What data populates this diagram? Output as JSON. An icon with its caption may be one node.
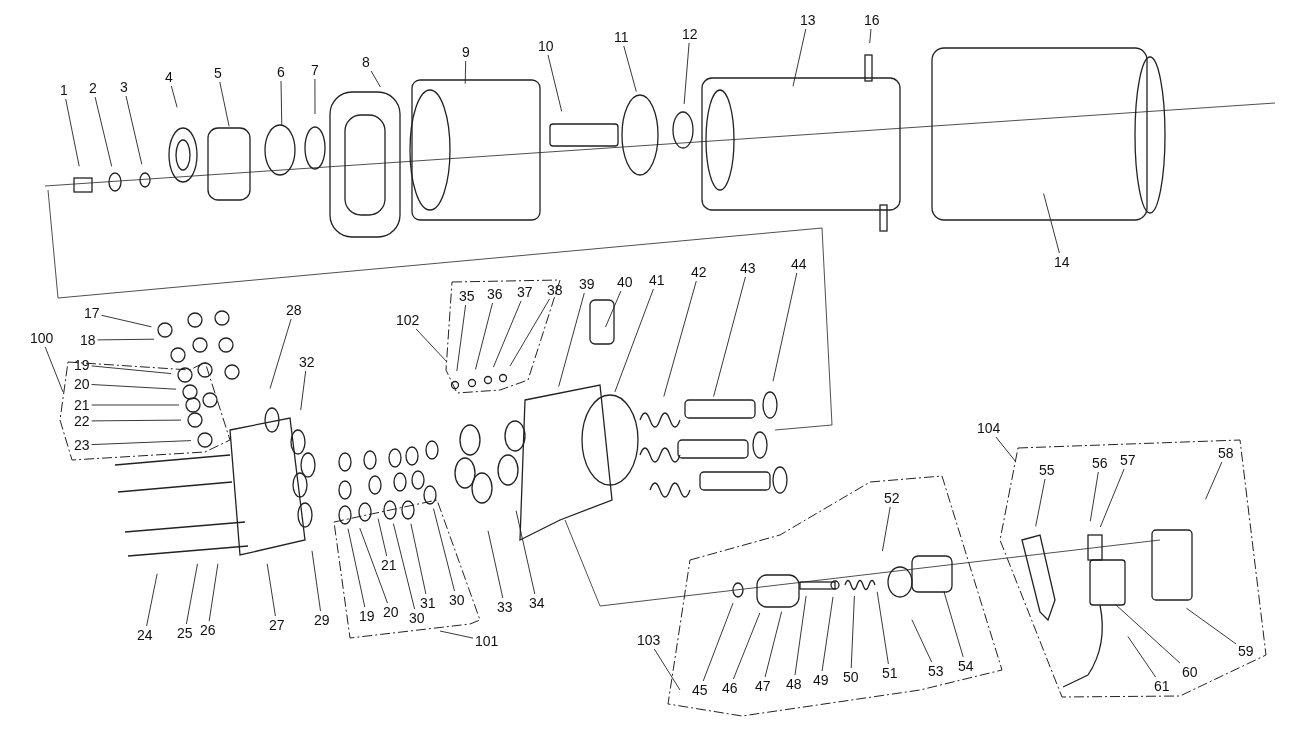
{
  "diagram": {
    "nodes": [
      {
        "text": [
          "1"
        ]
      },
      {
        "text": [
          "2"
        ]
      },
      {
        "text": [
          "3"
        ]
      },
      {
        "text": [
          "4"
        ]
      },
      {
        "text": [
          "5"
        ]
      },
      {
        "text": [
          "6"
        ]
      },
      {
        "text": [
          "7"
        ]
      },
      {
        "text": [
          "8"
        ]
      },
      {
        "text": [
          "9"
        ]
      },
      {
        "text": [
          "10"
        ]
      },
      {
        "text": [
          "11"
        ]
      },
      {
        "text": [
          "12"
        ]
      },
      {
        "text": [
          "13"
        ]
      },
      {
        "text": [
          "16"
        ]
      },
      {
        "text": [
          "14"
        ]
      },
      {
        "text": [
          "100"
        ]
      },
      {
        "text": [],
        "shape": "box"
      },
      {
        "text": [
          "17"
        ]
      },
      {
        "text": [
          "18"
        ]
      },
      {
        "text": [
          "19"
        ],
        "in": 16
      },
      {
        "text": [
          "20"
        ],
        "in": 16
      },
      {
        "text": [
          "21"
        ],
        "in": 16
      },
      {
        "text": [
          "22"
        ],
        "in": 16
      },
      {
        "text": [
          "23"
        ],
        "in": 16
      },
      {
        "text": [
          "28"
        ]
      },
      {
        "text": [
          "32"
        ]
      },
      {
        "text": [
          "102"
        ]
      },
      {
        "text": [],
        "shape": "box"
      },
      {
        "text": [
          "35"
        ],
        "in": 27
      },
      {
        "text": [
          "36"
        ],
        "in": 27
      },
      {
        "text": [
          "37"
        ],
        "in": 27
      },
      {
        "text": [
          "38"
        ],
        "in": 27
      },
      {
        "text": [
          "39"
        ]
      },
      {
        "text": [
          "40"
        ]
      },
      {
        "text": [
          "41"
        ]
      },
      {
        "text": [
          "42"
        ]
      },
      {
        "text": [
          "43"
        ]
      },
      {
        "text": [
          "44"
        ]
      },
      {
        "text": [],
        "shape": "box"
      },
      {
        "text": [
          "19"
        ],
        "in": 38
      },
      {
        "text": [
          "20"
        ],
        "in": 38
      },
      {
        "text": [
          "21"
        ],
        "in": 38
      },
      {
        "text": [
          "30"
        ],
        "in": 38
      },
      {
        "text": [
          "31"
        ],
        "in": 38
      },
      {
        "text": [
          "30"
        ],
        "in": 38
      },
      {
        "text": [
          "101"
        ]
      },
      {
        "text": [
          "24"
        ]
      },
      {
        "text": [
          "25"
        ]
      },
      {
        "text": [
          "26"
        ]
      },
      {
        "text": [
          "27"
        ]
      },
      {
        "text": [
          "29"
        ]
      },
      {
        "text": [
          "33"
        ]
      },
      {
        "text": [
          "34"
        ]
      },
      {
        "text": [
          "104"
        ]
      },
      {
        "text": [],
        "shape": "box"
      },
      {
        "text": [
          "55"
        ],
        "in": 54
      },
      {
        "text": [
          "56"
        ],
        "in": 54
      },
      {
        "text": [
          "57"
        ],
        "in": 54
      },
      {
        "text": [
          "58"
        ],
        "in": 54
      },
      {
        "text": [
          "59"
        ],
        "in": 54
      },
      {
        "text": [
          "60"
        ],
        "in": 54
      },
      {
        "text": [
          "61"
        ],
        "in": 54
      },
      {
        "text": [],
        "shape": "box"
      },
      {
        "text": [
          "52"
        ],
        "in": 62
      },
      {
        "text": [
          "45"
        ],
        "in": 62
      },
      {
        "text": [
          "46"
        ],
        "in": 62
      },
      {
        "text": [
          "47"
        ],
        "in": 62
      },
      {
        "text": [
          "48"
        ],
        "in": 62
      },
      {
        "text": [
          "49"
        ],
        "in": 62
      },
      {
        "text": [
          "50"
        ],
        "in": 62
      },
      {
        "text": [
          "51"
        ],
        "in": 62
      },
      {
        "text": [
          "53"
        ],
        "in": 62
      },
      {
        "text": [
          "54"
        ],
        "in": 62
      },
      {
        "text": [
          "103"
        ]
      }
    ],
    "edges": [
      {
        "from": 0,
        "to": null,
        "arrow": "none"
      },
      {
        "from": 1,
        "to": null,
        "arrow": "none"
      },
      {
        "from": 2,
        "to": null,
        "arrow": "none"
      },
      {
        "from": 3,
        "to": null,
        "arrow": "none"
      },
      {
        "from": 4,
        "to": null,
        "arrow": "none"
      },
      {
        "from": 5,
        "to": null,
        "arrow": "none"
      },
      {
        "from": 6,
        "to": null,
        "arrow": "none"
      },
      {
        "from": 7,
        "to": null,
        "arrow": "none"
      },
      {
        "from": 8,
        "to": null,
        "arrow": "none"
      },
      {
        "from": 9,
        "to": null,
        "arrow": "none"
      },
      {
        "from": 10,
        "to": null,
        "arrow": "none"
      },
      {
        "from": 11,
        "to": null,
        "arrow": "none"
      },
      {
        "from": 12,
        "to": null,
        "arrow": "none"
      },
      {
        "from": 13,
        "to": null,
        "arrow": "none"
      },
      {
        "from": 14,
        "to": null,
        "arrow": "none"
      },
      {
        "from": 15,
        "to": 16,
        "arrow": "none"
      },
      {
        "from": 17,
        "to": null,
        "arrow": "none"
      },
      {
        "from": 18,
        "to": null,
        "arrow": "none"
      },
      {
        "from": 19,
        "to": null,
        "arrow": "none"
      },
      {
        "from": 20,
        "to": null,
        "arrow": "none"
      },
      {
        "from": 21,
        "to": null,
        "arrow": "none"
      },
      {
        "from": 22,
        "to": null,
        "arrow": "none"
      },
      {
        "from": 23,
        "to": null,
        "arrow": "none"
      },
      {
        "from": 24,
        "to": null,
        "arrow": "none"
      },
      {
        "from": 25,
        "to": null,
        "arrow": "none"
      },
      {
        "from": 26,
        "to": 27,
        "arrow": "none"
      },
      {
        "from": 28,
        "to": null,
        "arrow": "none"
      },
      {
        "from": 29,
        "to": null,
        "arrow": "none"
      },
      {
        "from": 30,
        "to": null,
        "arrow": "none"
      },
      {
        "from": 31,
        "to": null,
        "arrow": "none"
      },
      {
        "from": 32,
        "to": null,
        "arrow": "none"
      },
      {
        "from": 33,
        "to": null,
        "arrow": "none"
      },
      {
        "from": 34,
        "to": null,
        "arrow": "none"
      },
      {
        "from": 35,
        "to": null,
        "arrow": "none"
      },
      {
        "from": 36,
        "to": null,
        "arrow": "none"
      },
      {
        "from": 37,
        "to": null,
        "arrow": "none"
      },
      {
        "from": 39,
        "to": null,
        "arrow": "none"
      },
      {
        "from": 40,
        "to": null,
        "arrow": "none"
      },
      {
        "from": 41,
        "to": null,
        "arrow": "none"
      },
      {
        "from": 42,
        "to": null,
        "arrow": "none"
      },
      {
        "from": 43,
        "to": null,
        "arrow": "none"
      },
      {
        "from": 44,
        "to": null,
        "arrow": "none"
      },
      {
        "from": 45,
        "to": 38,
        "arrow": "none"
      },
      {
        "from": 46,
        "to": null,
        "arrow": "none"
      },
      {
        "from": 47,
        "to": null,
        "arrow": "none"
      },
      {
        "from": 48,
        "to": null,
        "arrow": "none"
      },
      {
        "from": 49,
        "to": null,
        "arrow": "none"
      },
      {
        "from": 50,
        "to": null,
        "arrow": "none"
      },
      {
        "from": 51,
        "to": null,
        "arrow": "none"
      },
      {
        "from": 52,
        "to": null,
        "arrow": "none"
      },
      {
        "from": 53,
        "to": 54,
        "arrow": "none"
      },
      {
        "from": 55,
        "to": null,
        "arrow": "none"
      },
      {
        "from": 56,
        "to": null,
        "arrow": "none"
      },
      {
        "from": 57,
        "to": null,
        "arrow": "none"
      },
      {
        "from": 58,
        "to": null,
        "arrow": "none"
      },
      {
        "from": 59,
        "to": null,
        "arrow": "none"
      },
      {
        "from": 60,
        "to": null,
        "arrow": "none"
      },
      {
        "from": 61,
        "to": null,
        "arrow": "none"
      },
      {
        "from": 63,
        "to": null,
        "arrow": "none"
      },
      {
        "from": 64,
        "to": null,
        "arrow": "none"
      },
      {
        "from": 65,
        "to": null,
        "arrow": "none"
      },
      {
        "from": 66,
        "to": null,
        "arrow": "none"
      },
      {
        "from": 67,
        "to": null,
        "arrow": "none"
      },
      {
        "from": 68,
        "to": null,
        "arrow": "none"
      },
      {
        "from": 69,
        "to": null,
        "arrow": "none"
      },
      {
        "from": 70,
        "to": null,
        "arrow": "none"
      },
      {
        "from": 71,
        "to": null,
        "arrow": "none"
      },
      {
        "from": 72,
        "to": null,
        "arrow": "none"
      },
      {
        "from": 73,
        "to": 62,
        "arrow": "none"
      }
    ]
  }
}
